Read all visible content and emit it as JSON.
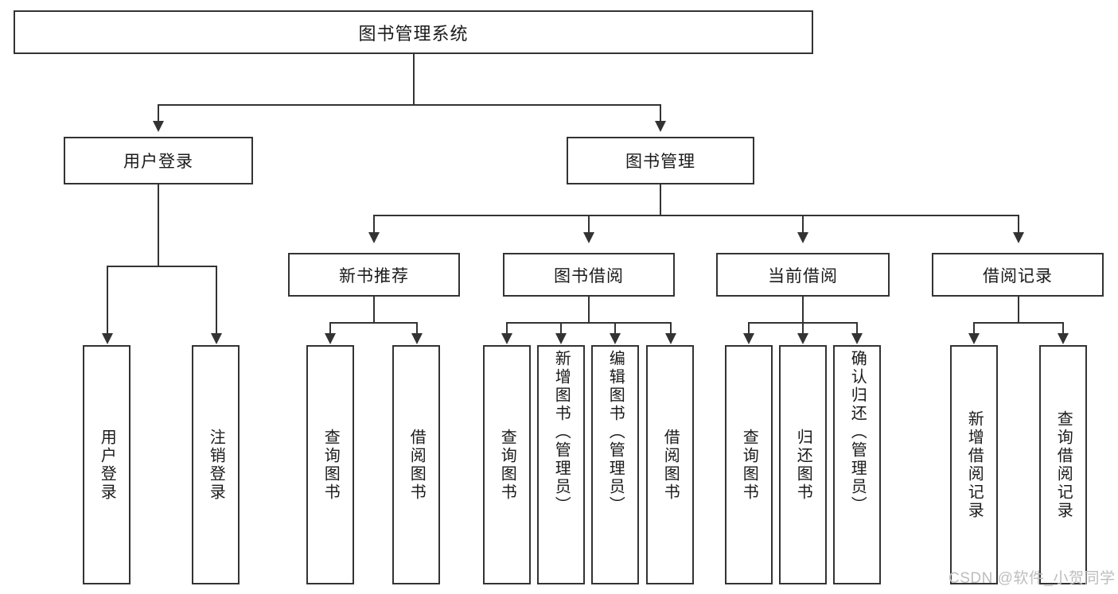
{
  "diagram": {
    "type": "tree-hierarchy",
    "title": "图书管理系统",
    "root": {
      "label": "图书管理系统"
    },
    "level2": [
      {
        "label": "用户登录"
      },
      {
        "label": "图书管理"
      }
    ],
    "level3": [
      {
        "label": "新书推荐"
      },
      {
        "label": "图书借阅"
      },
      {
        "label": "当前借阅"
      },
      {
        "label": "借阅记录"
      }
    ],
    "leaves": {
      "user_login": [
        {
          "label": "用户登录"
        },
        {
          "label": "注销登录"
        }
      ],
      "new_book_recommend": [
        {
          "label": "查询图书"
        },
        {
          "label": "借阅图书"
        }
      ],
      "book_borrow": [
        {
          "label": "查询图书"
        },
        {
          "label": "新增图书（管理员）"
        },
        {
          "label": "编辑图书（管理员）"
        },
        {
          "label": "借阅图书"
        }
      ],
      "current_borrow": [
        {
          "label": "查询图书"
        },
        {
          "label": "归还图书"
        },
        {
          "label": "确认归还（管理员）"
        }
      ],
      "borrow_record": [
        {
          "label": "新增借阅记录"
        },
        {
          "label": "查询借阅记录"
        }
      ]
    }
  },
  "watermark": {
    "text": "CSDN @软件_小贺同学"
  },
  "colors": {
    "stroke": "#333333",
    "background": "#ffffff",
    "text": "#1a1a1a",
    "watermark": "#bdbdbd"
  }
}
